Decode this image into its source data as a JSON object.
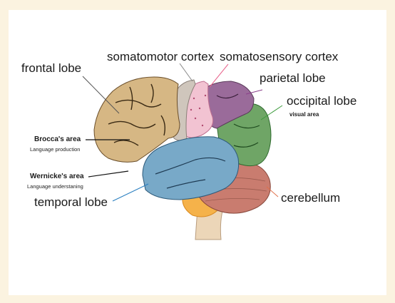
{
  "labels": {
    "frontal_lobe": "frontal lobe",
    "somatomotor_cortex": "somatomotor cortex",
    "somatosensory_cortex": "somatosensory cortex",
    "parietal_lobe": "parietal lobe",
    "occipital_lobe": "occipital lobe",
    "visual_area": "visual area",
    "broccas_area": "Brocca's area",
    "language_production": "Language production",
    "wernickes_area": "Wernicke's area",
    "language_understanding": "Language understaning",
    "temporal_lobe": "temporal lobe",
    "cerebellum": "cerebellum"
  },
  "colors": {
    "frontal": "#d6b784",
    "somatomotor": "#cfc6bc",
    "somatosensory": "#f2c3d2",
    "parietal": "#9a6b9a",
    "occipital": "#6fa566",
    "temporal": "#78a9c8",
    "cerebellum": "#c97c6f",
    "brainstem": "#ecd6b8",
    "pons": "#f5b24a",
    "leader_frontal": "#555555",
    "leader_somatomotor": "#8a8a8a",
    "leader_somatosensory": "#e8638c",
    "leader_parietal": "#8a3f8a",
    "leader_occipital": "#3a9a3a",
    "leader_temporal": "#2a7fc0",
    "leader_cerebellum": "#e0704a"
  }
}
